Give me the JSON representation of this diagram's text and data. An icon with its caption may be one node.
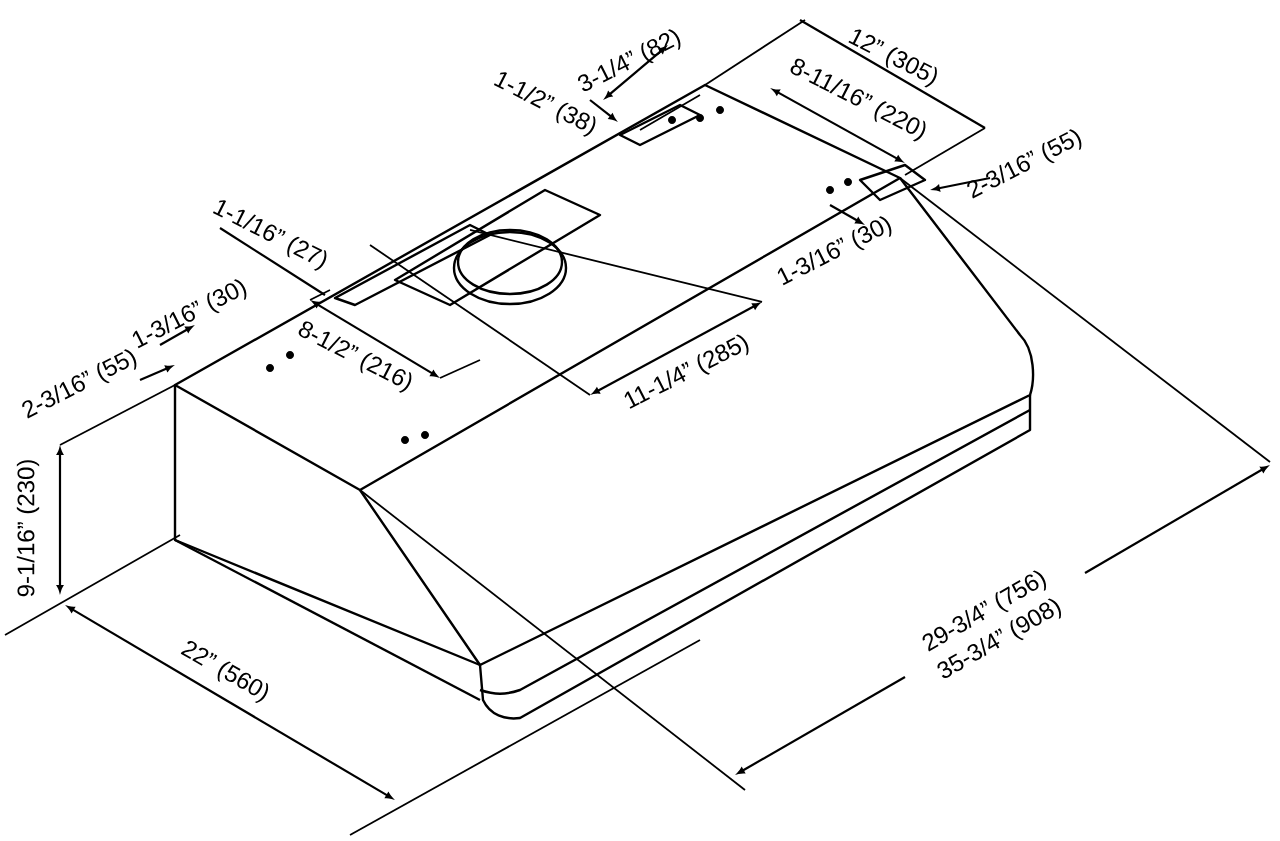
{
  "diagram": {
    "labels": [
      "3-1/4” (82)",
      "12” (305)",
      "1-1/2” (38)",
      "8-11/16” (220)",
      "2-3/16” (55)",
      "1-1/16” (27)",
      "1-3/16” (30)",
      "2-3/16” (55)",
      "1-3/16” (30)",
      "8-1/2” (216)",
      "11-1/4” (285)",
      "9-1/16” (230)",
      "22” (560)",
      "29-3/4” (756)",
      "35-3/4” (908)"
    ]
  }
}
